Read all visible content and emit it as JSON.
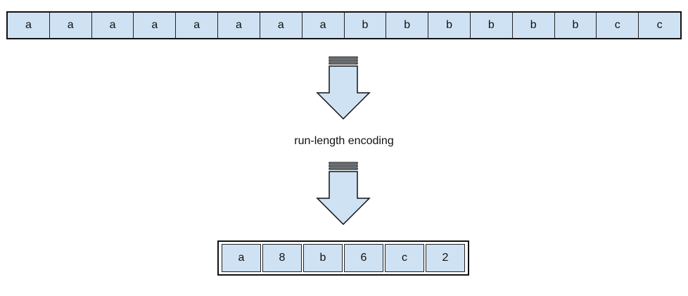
{
  "input_sequence": [
    "a",
    "a",
    "a",
    "a",
    "a",
    "a",
    "a",
    "a",
    "b",
    "b",
    "b",
    "b",
    "b",
    "b",
    "c",
    "c"
  ],
  "caption": "run-length encoding",
  "output_sequence": [
    "a",
    "8",
    "b",
    "6",
    "c",
    "2"
  ],
  "colors": {
    "cell_fill": "#cfe2f3",
    "stroke": "#111111",
    "background": "#ffffff"
  }
}
